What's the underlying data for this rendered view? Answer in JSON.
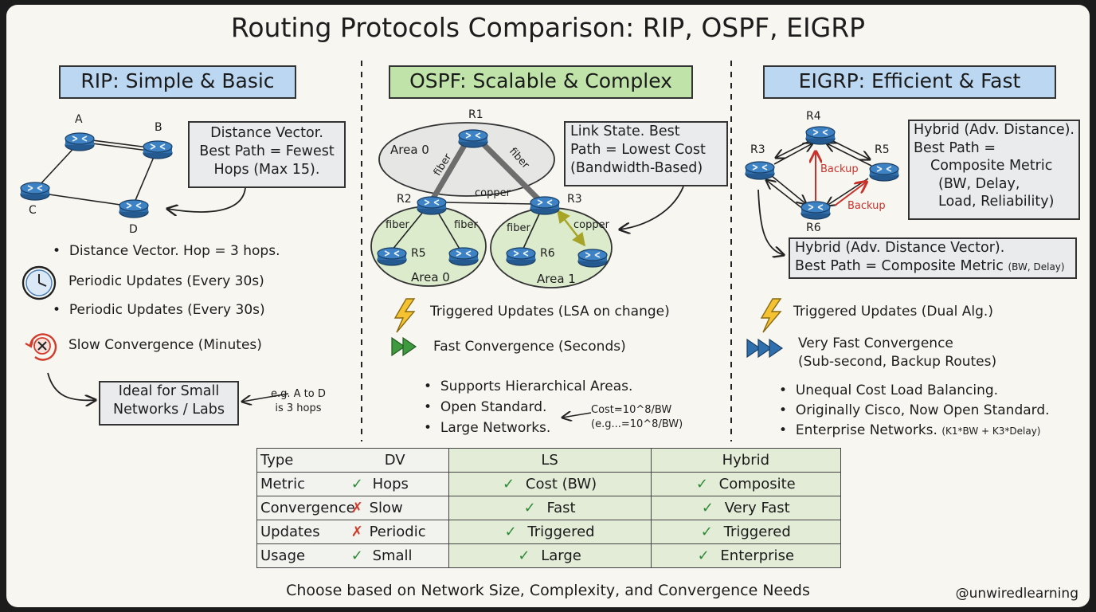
{
  "title": "Routing Protocols Comparison: RIP, OSPF, EIGRP",
  "rip": {
    "header": "RIP: Simple & Basic",
    "nodes": [
      "A",
      "B",
      "C",
      "D"
    ],
    "box": [
      "Distance Vector.",
      "Best Path = Fewest",
      "Hops (Max 15)."
    ],
    "bullet1": "Distance Vector. Hop = 3 hops.",
    "updates1": "Periodic Updates (Every 30s)",
    "bullet2": "Periodic Updates (Every 30s)",
    "convergence": "Slow Convergence (Minutes)",
    "ideal": [
      "Ideal for Small",
      "Networks / Labs"
    ],
    "note": [
      "e.g. A to D",
      "is 3 hops"
    ]
  },
  "ospf": {
    "header": "OSPF: Scalable & Complex",
    "routers": [
      "R1",
      "R2",
      "R3",
      "R5",
      "R6"
    ],
    "areas": [
      "Area 0",
      "Area 0",
      "Area 1"
    ],
    "links": [
      "fiber",
      "fiber",
      "copper",
      "fiber",
      "fiber",
      "fiber",
      "copper"
    ],
    "box": [
      "Link State. Best",
      "Path = Lowest Cost",
      "(Bandwidth-Based)"
    ],
    "updates": "Triggered Updates (LSA on change)",
    "convergence": "Fast Convergence (Seconds)",
    "bullets": [
      "Supports Hierarchical Areas.",
      "Open Standard.",
      "Large Networks."
    ],
    "cost_note": [
      "Cost=10^8/BW",
      "(e.g...=10^8/BW)"
    ]
  },
  "eigrp": {
    "header": "EIGRP: Efficient & Fast",
    "routers": [
      "R4",
      "R3",
      "R5",
      "R6"
    ],
    "backup": [
      "Backup",
      "Backup"
    ],
    "box1": [
      "Hybrid (Adv. Distance).",
      "Best Path =",
      "Composite Metric",
      "(BW, Delay,",
      "Load, Reliability)"
    ],
    "box2_line1": "Hybrid (Adv. Distance Vector).",
    "box2_line2": "Best Path = Composite Metric",
    "box2_small": "(BW, Delay)",
    "updates": "Triggered Updates (Dual Alg.)",
    "convergence": [
      "Very Fast Convergence",
      "(Sub-second, Backup Routes)"
    ],
    "bullets": [
      "Unequal Cost Load Balancing.",
      "Originally Cisco, Now Open Standard.",
      "Enterprise Networks."
    ],
    "formula": "(K1*BW + K3*Delay)"
  },
  "table": {
    "rows": [
      {
        "label": "Type",
        "mark": "",
        "dv": "DV",
        "ls_mark": "",
        "ls": "LS",
        "hy_mark": "",
        "hy": "Hybrid"
      },
      {
        "label": "Metric",
        "mark": "✓",
        "dv": "Hops",
        "ls_mark": "✓",
        "ls": "Cost (BW)",
        "hy_mark": "✓",
        "hy": "Composite"
      },
      {
        "label": "Convergence",
        "mark": "✗",
        "dv": "Slow",
        "ls_mark": "✓",
        "ls": "Fast",
        "hy_mark": "✓",
        "hy": "Very Fast"
      },
      {
        "label": "Updates",
        "mark": "✗",
        "dv": "Periodic",
        "ls_mark": "✓",
        "ls": "Triggered",
        "hy_mark": "✓",
        "hy": "Triggered"
      },
      {
        "label": "Usage",
        "mark": "✓",
        "dv": "Small",
        "ls_mark": "✓",
        "ls": "Large",
        "hy_mark": "✓",
        "hy": "Enterprise"
      }
    ]
  },
  "footer": "Choose based on Network Size, Complexity, and Convergence Needs",
  "handle": "@unwiredlearning",
  "colors": {
    "blue_header": "#bcd7f1",
    "green_header": "#bfe3a9",
    "router": "#2f6fae",
    "check": "#2e8a36",
    "cross": "#d23a2a",
    "backup": "#c8322a"
  }
}
